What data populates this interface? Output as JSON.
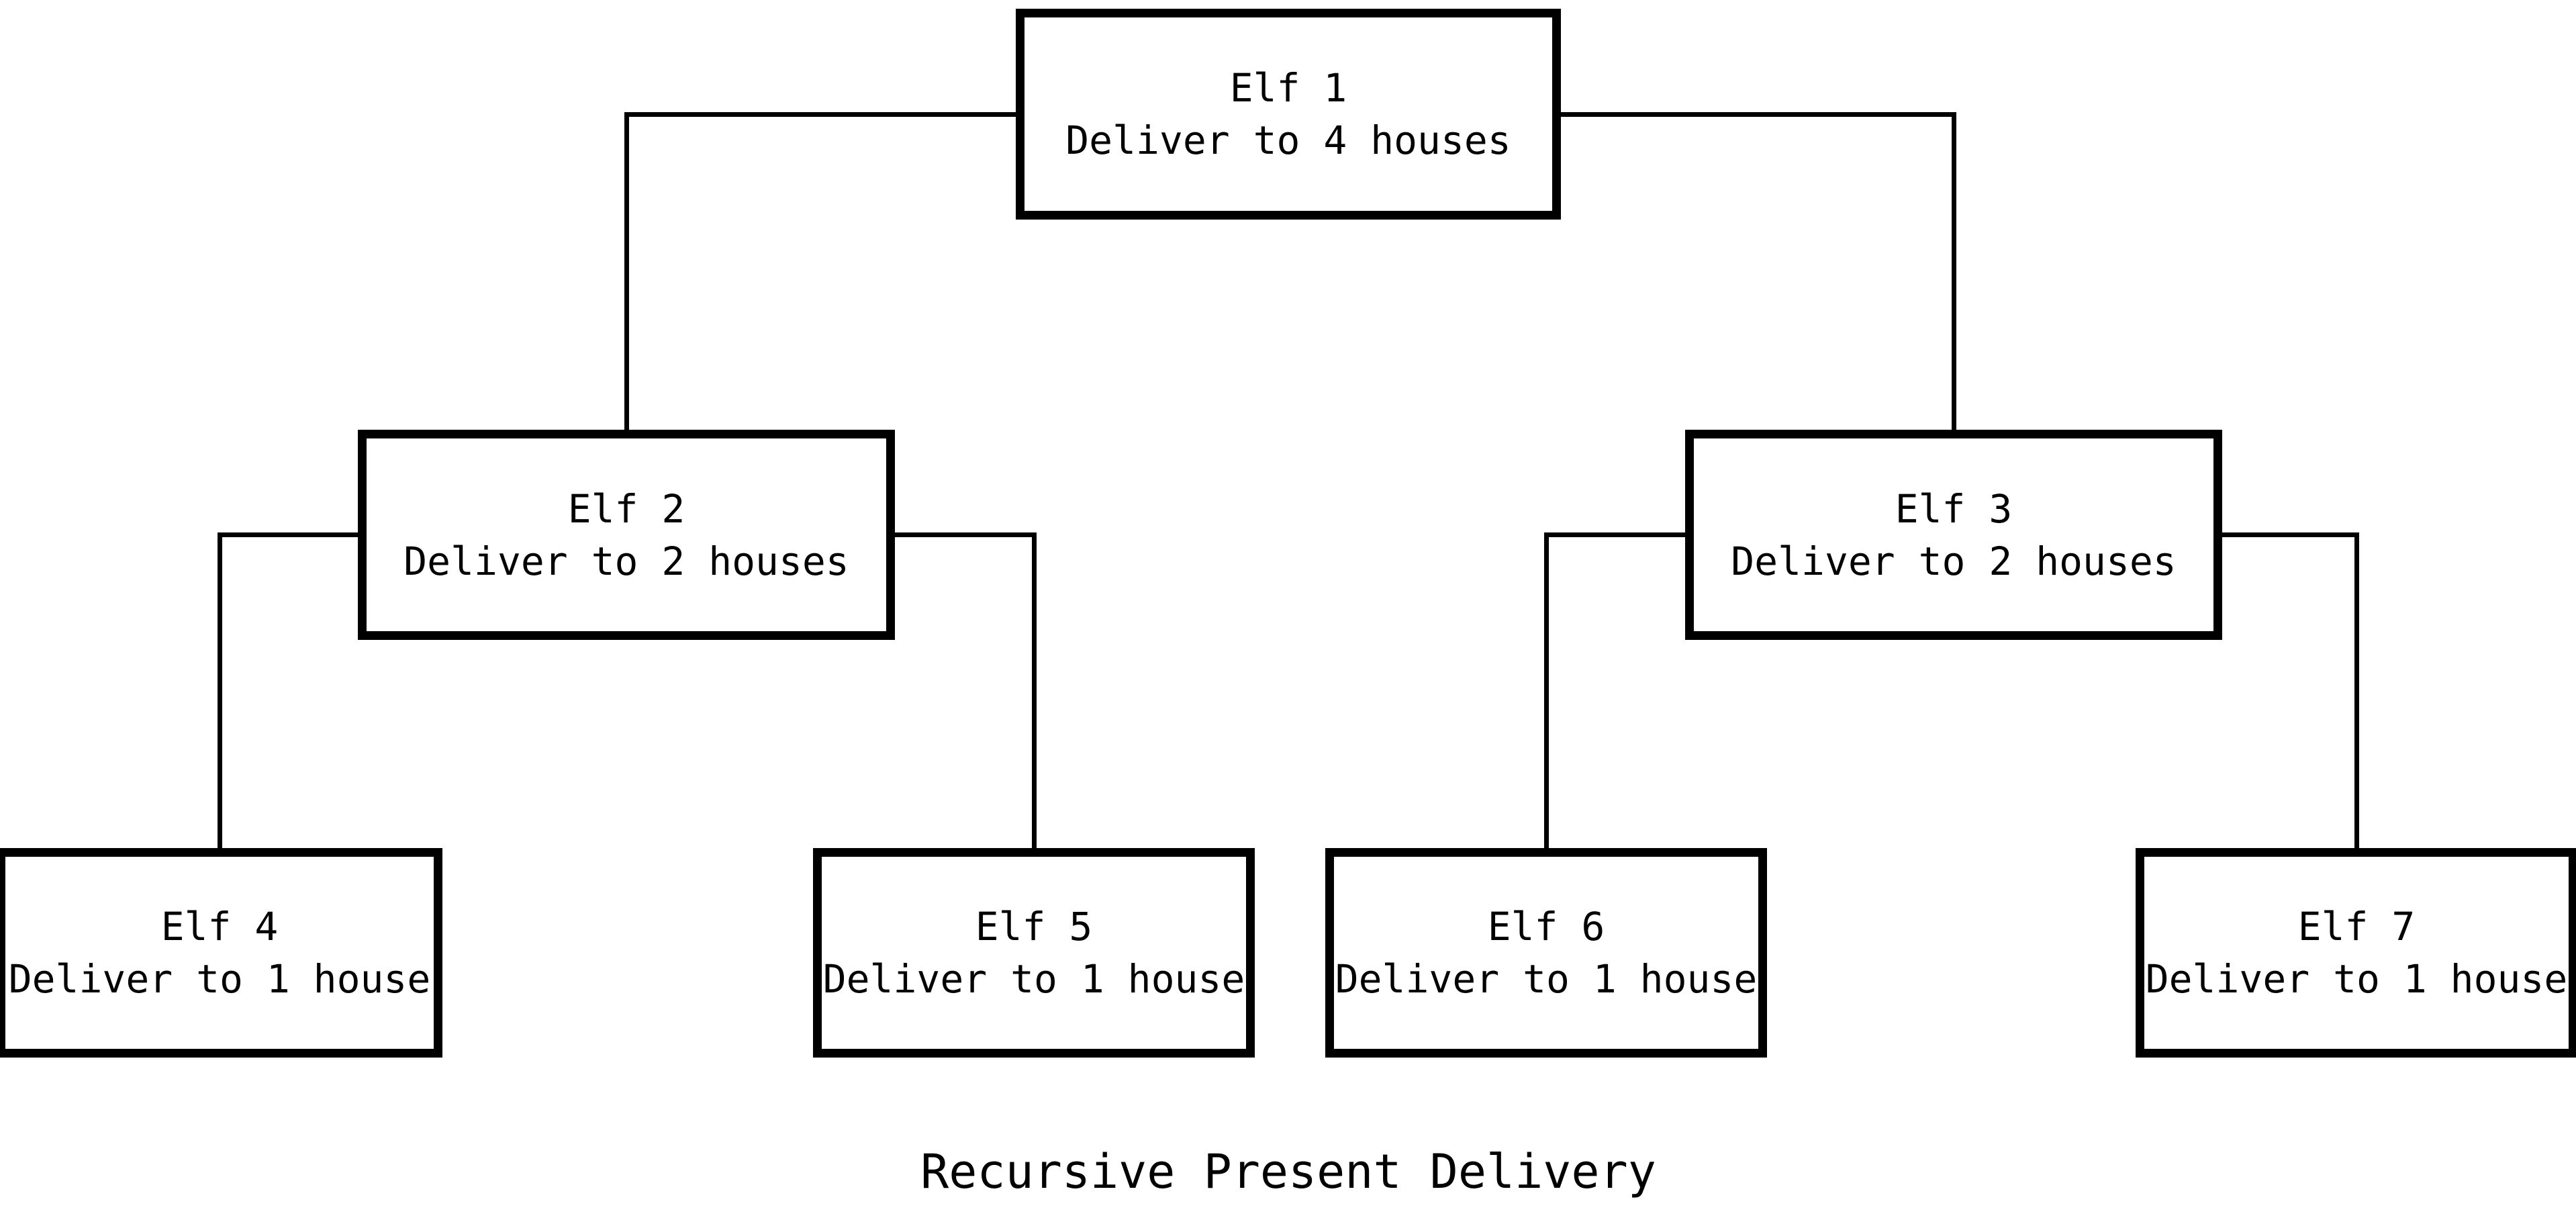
{
  "diagram": {
    "title": "Recursive Present Delivery",
    "type": "binary-tree",
    "colors": {
      "background": "#ffffff",
      "line": "#000000",
      "text": "#000000"
    },
    "nodes": [
      {
        "id": 1,
        "label": "Elf 1",
        "task": "Deliver to 4 houses"
      },
      {
        "id": 2,
        "label": "Elf 2",
        "task": "Deliver to 2 houses"
      },
      {
        "id": 3,
        "label": "Elf 3",
        "task": "Deliver to 2 houses"
      },
      {
        "id": 4,
        "label": "Elf 4",
        "task": "Deliver to 1 house"
      },
      {
        "id": 5,
        "label": "Elf 5",
        "task": "Deliver to 1 house"
      },
      {
        "id": 6,
        "label": "Elf 6",
        "task": "Deliver to 1 house"
      },
      {
        "id": 7,
        "label": "Elf 7",
        "task": "Deliver to 1 house"
      }
    ],
    "edges": [
      {
        "from": "Elf 1",
        "to": "Elf 2"
      },
      {
        "from": "Elf 1",
        "to": "Elf 3"
      },
      {
        "from": "Elf 2",
        "to": "Elf 4"
      },
      {
        "from": "Elf 2",
        "to": "Elf 5"
      },
      {
        "from": "Elf 3",
        "to": "Elf 6"
      },
      {
        "from": "Elf 3",
        "to": "Elf 7"
      }
    ]
  }
}
